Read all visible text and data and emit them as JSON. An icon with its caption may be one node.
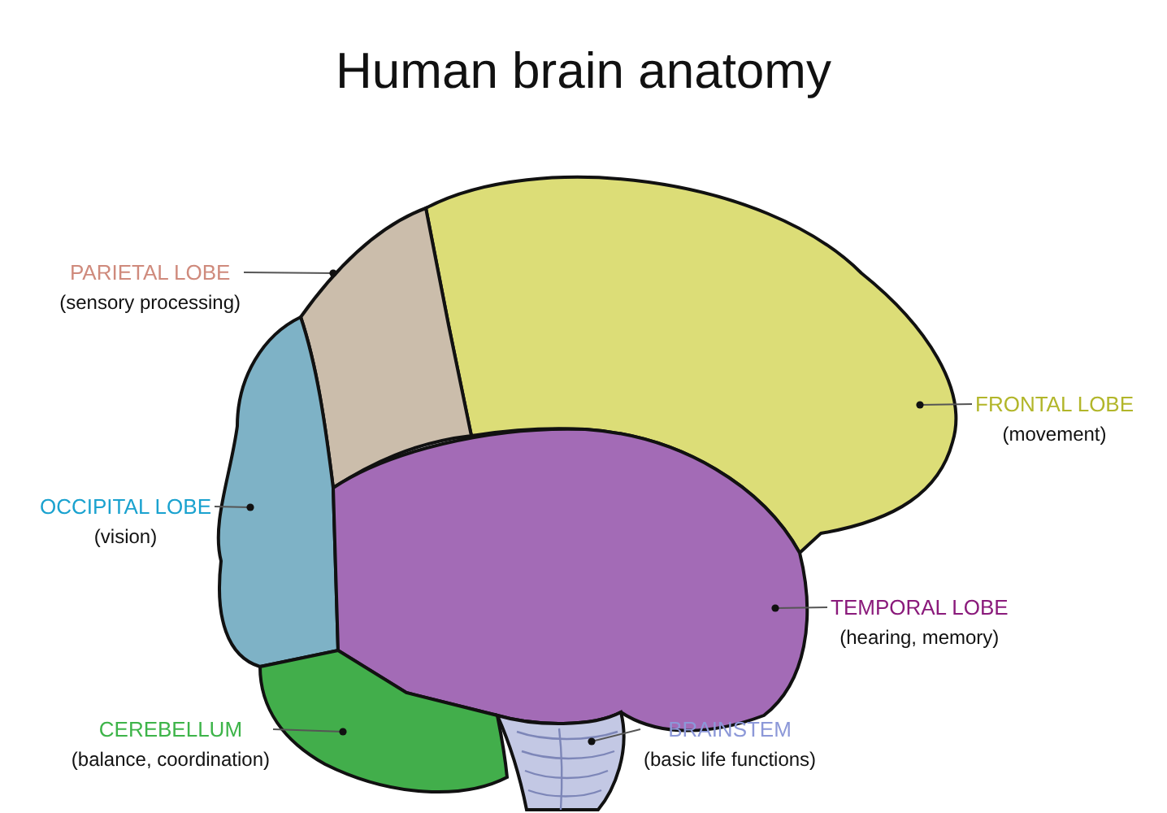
{
  "diagram": {
    "title": "Human brain anatomy",
    "nodes": [
      {
        "text": [
          "PARIETAL LOBE",
          "(sensory processing)"
        ]
      },
      {
        "text": [
          "FRONTAL LOBE",
          "(movement)"
        ]
      },
      {
        "text": [
          "OCCIPITAL LOBE",
          "(vision)"
        ]
      },
      {
        "text": [
          "TEMPORAL LOBE",
          "(hearing, memory)"
        ]
      },
      {
        "text": [
          "CEREBELLUM",
          "(balance, coordination)"
        ]
      },
      {
        "text": [
          "BRAINSTEM",
          "(basic life functions)"
        ]
      },
      {
        "text": [],
        "shape": "picture"
      },
      {
        "text": [],
        "shape": "picture"
      },
      {
        "text": [],
        "shape": "picture"
      },
      {
        "text": [],
        "shape": "picture"
      },
      {
        "text": [],
        "shape": "picture"
      },
      {
        "text": [],
        "shape": "picture"
      }
    ],
    "edges": [
      {
        "from": 0,
        "to": 7,
        "arrow": "other"
      },
      {
        "from": 1,
        "to": 6,
        "arrow": "other"
      },
      {
        "from": 2,
        "to": 8,
        "arrow": "other"
      },
      {
        "from": 3,
        "to": 9,
        "arrow": "other"
      },
      {
        "from": 4,
        "to": 10,
        "arrow": "other"
      },
      {
        "from": 5,
        "to": 11,
        "arrow": "other"
      }
    ]
  }
}
